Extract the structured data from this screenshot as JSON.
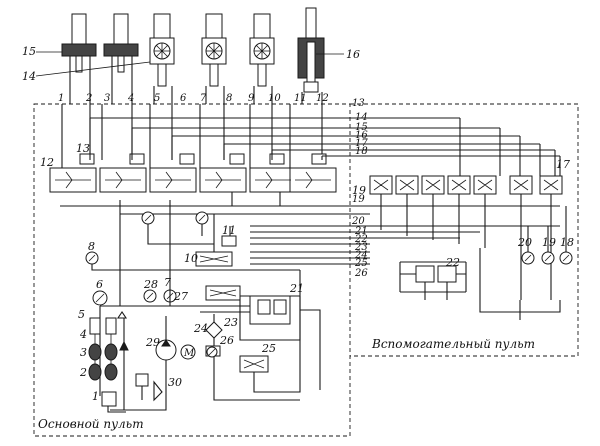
{
  "panels": {
    "main": "Основной пульт",
    "aux": "Вспомогательный пульт"
  },
  "top_numbers": [
    "1",
    "2",
    "3",
    "4",
    "5",
    "6",
    "7",
    "8",
    "9",
    "10",
    "11",
    "12"
  ],
  "right_numbers": [
    "13",
    "14",
    "15",
    "16",
    "17",
    "18",
    "19",
    "20",
    "21",
    "22",
    "23",
    "24",
    "25",
    "26"
  ],
  "labels": {
    "n1": "1",
    "n2": "2",
    "n3": "3",
    "n4": "4",
    "n5": "5",
    "n6": "6",
    "n7": "7",
    "n8": "8",
    "n10": "10",
    "n11": "11",
    "n12": "12",
    "n13": "13",
    "n14": "14",
    "n15": "15",
    "n16": "16",
    "n17": "17",
    "n18": "18",
    "n19": "19",
    "n20": "20",
    "n21": "21",
    "n22": "22",
    "n23": "23",
    "n24": "24",
    "n25": "25",
    "n26": "26",
    "n27": "27",
    "n28": "28",
    "n29": "29",
    "n30": "30",
    "n19b": "19",
    "n20b": "20",
    "n12b": "12",
    "n13b": "13"
  }
}
